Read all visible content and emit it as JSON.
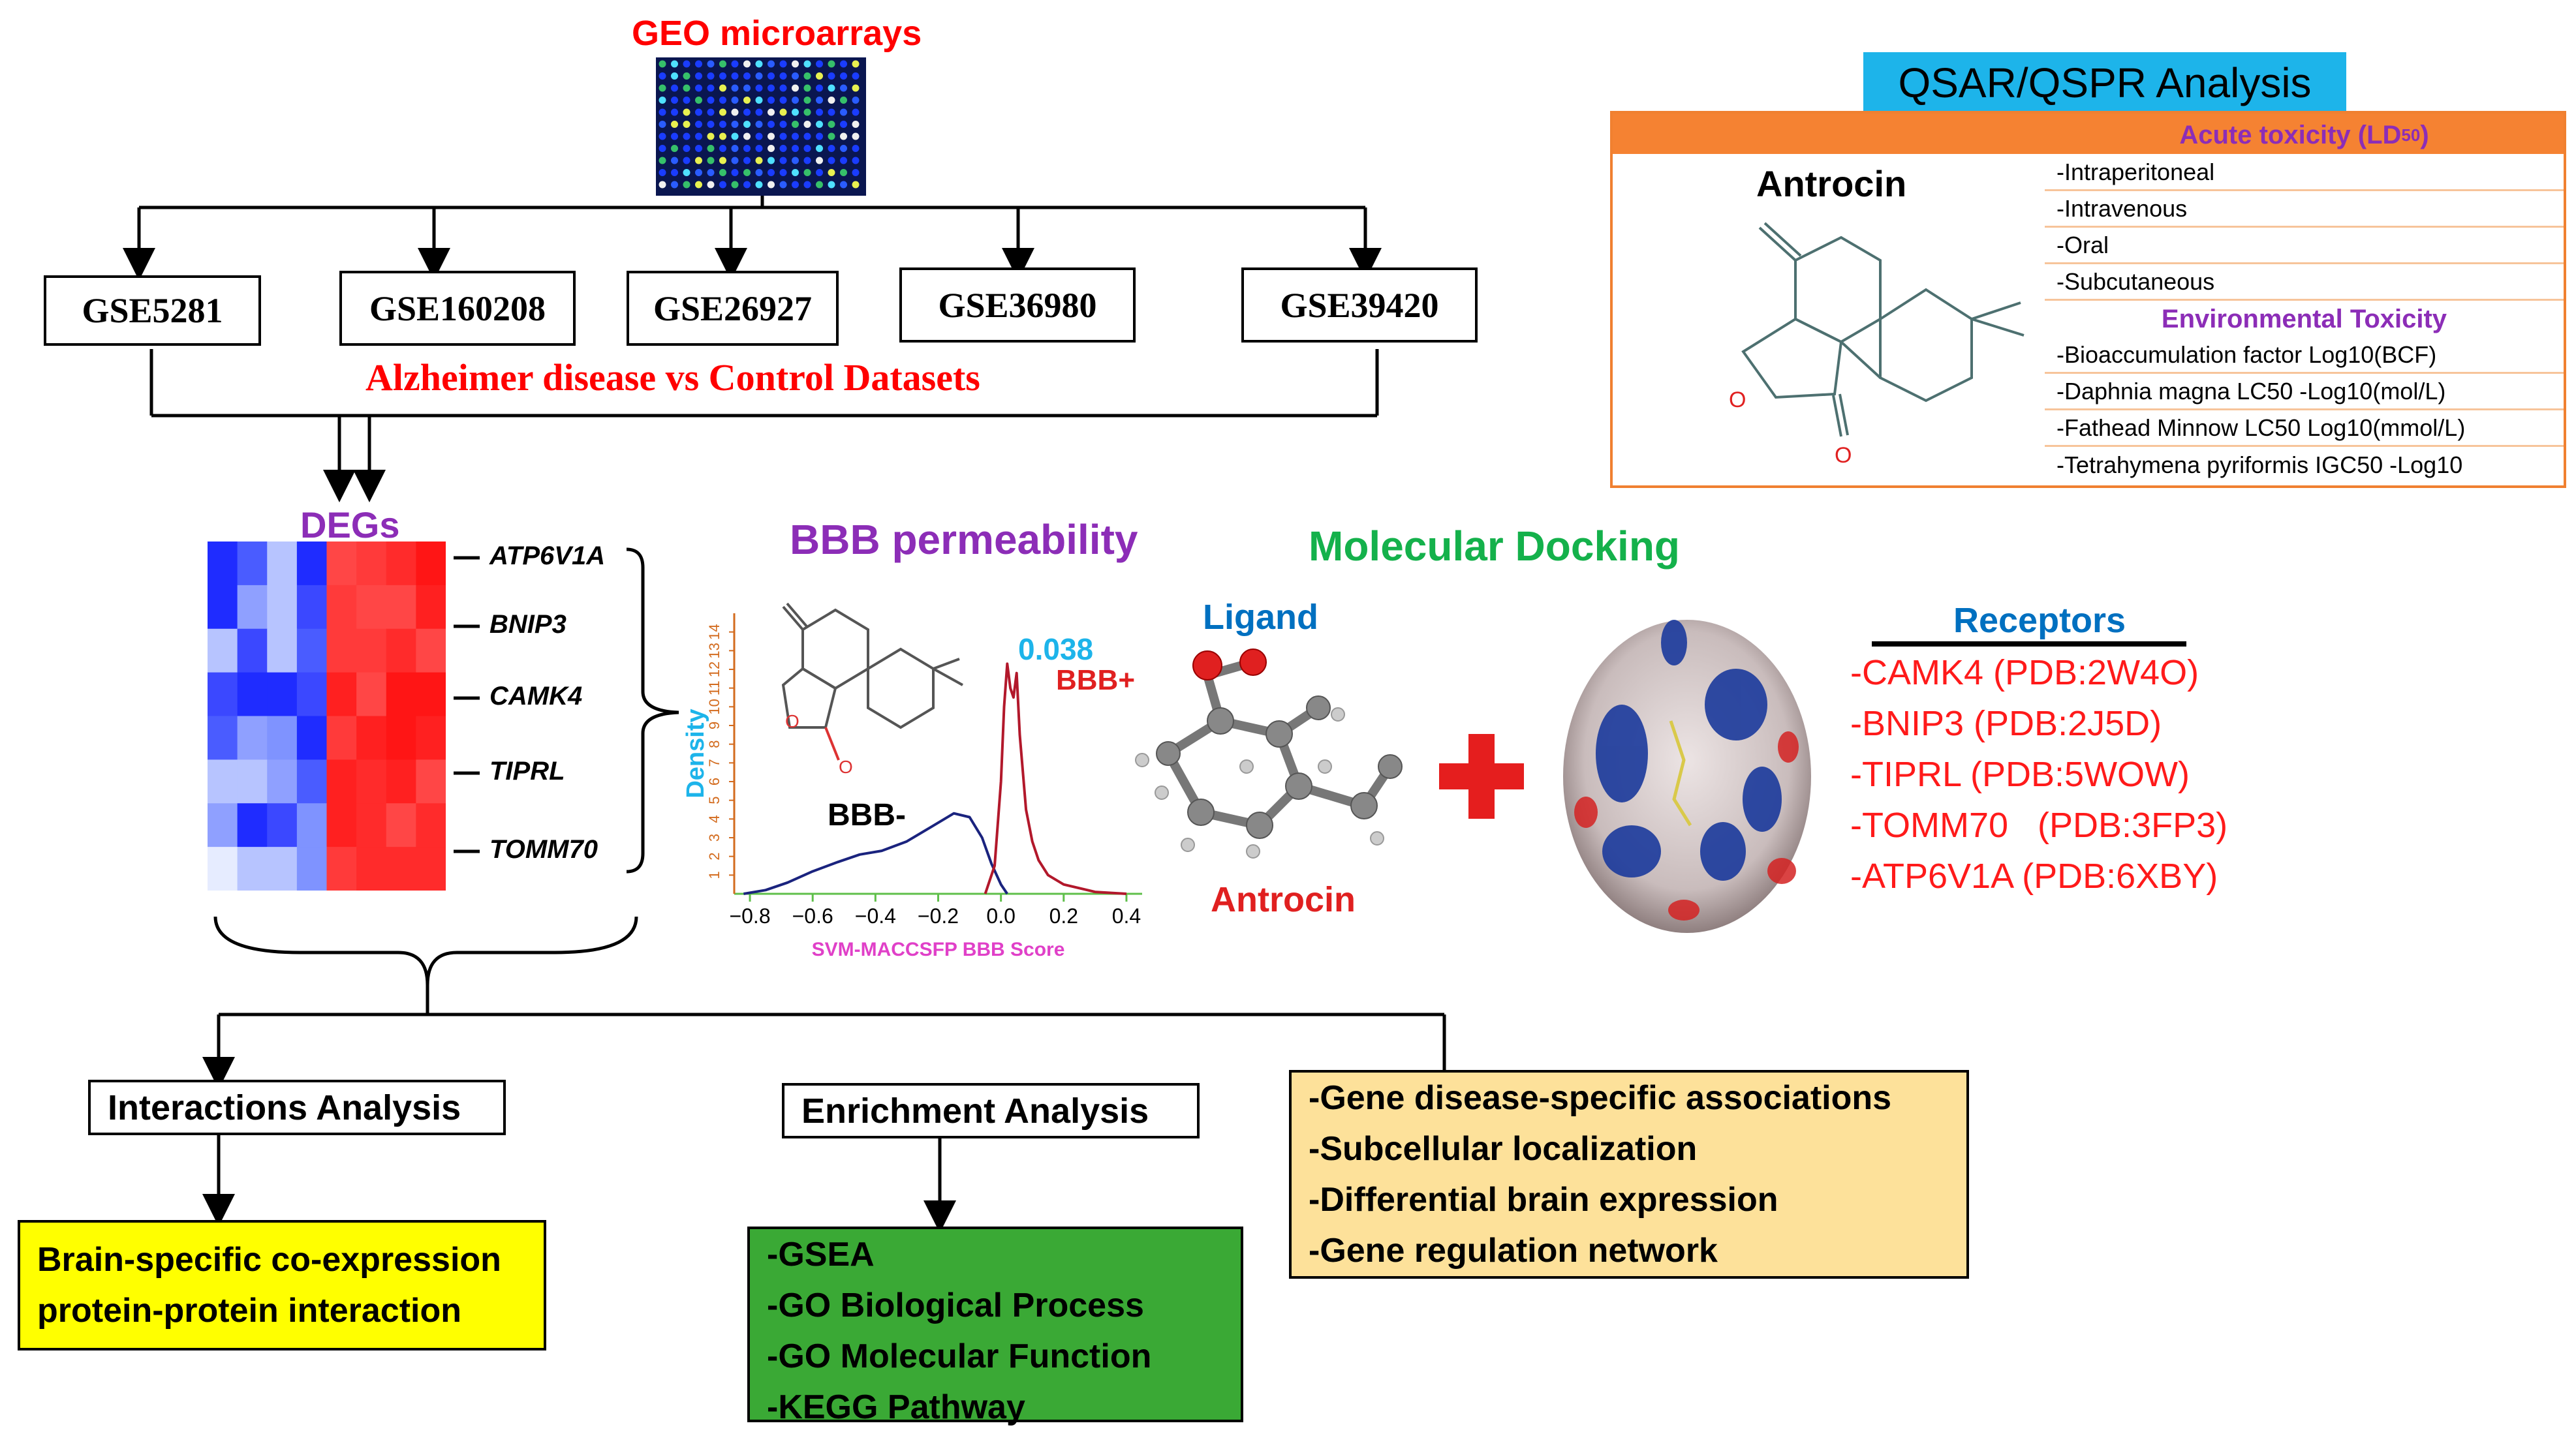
{
  "header": {
    "geo_title": "GEO microarrays"
  },
  "datasets": {
    "items": [
      "GSE5281",
      "GSE160208",
      "GSE26927",
      "GSE36980",
      "GSE39420"
    ],
    "caption": "Alzheimer disease vs Control Datasets"
  },
  "degs": {
    "title": "DEGs",
    "genes": [
      "ATP6V1A",
      "BNIP3",
      "CAMK4",
      "TIPRL",
      "TOMM70"
    ]
  },
  "bbb": {
    "title": "BBB permeability",
    "value_label": "0.038",
    "positive_label": "BBB+",
    "negative_label": "BBB-",
    "chart_data": {
      "type": "line",
      "title": "BBB permeability",
      "xlabel": "SVM-MACCSFP BBB Score",
      "ylabel": "Density",
      "xlim": [
        -0.85,
        0.45
      ],
      "ylim": [
        0,
        15
      ],
      "x_ticks": [
        -0.8,
        -0.6,
        -0.4,
        -0.2,
        0.0,
        0.2,
        0.4
      ],
      "x_tick_labels": [
        "−0.8",
        "−0.6",
        "−0.4",
        "−0.2",
        "0.0",
        "0.2",
        "0.4"
      ],
      "y_ticks": [
        1,
        2,
        3,
        4,
        5,
        6,
        7,
        8,
        9,
        10,
        11,
        12,
        13,
        14
      ],
      "grid": false,
      "series": [
        {
          "name": "BBB-",
          "color": "#1a237e",
          "x": [
            -0.82,
            -0.75,
            -0.68,
            -0.6,
            -0.52,
            -0.45,
            -0.38,
            -0.3,
            -0.22,
            -0.15,
            -0.1,
            -0.06,
            -0.03,
            0.0,
            0.02
          ],
          "y": [
            0.0,
            0.2,
            0.6,
            1.2,
            1.7,
            2.1,
            2.3,
            2.8,
            3.6,
            4.3,
            4.1,
            3.0,
            1.6,
            0.5,
            0.0
          ]
        },
        {
          "name": "BBB+",
          "color": "#b2182b",
          "x": [
            -0.05,
            -0.02,
            0.0,
            0.01,
            0.02,
            0.03,
            0.04,
            0.05,
            0.06,
            0.08,
            0.1,
            0.12,
            0.15,
            0.2,
            0.3,
            0.4
          ],
          "y": [
            0.0,
            1.5,
            6.0,
            10.0,
            12.3,
            11.0,
            10.5,
            11.8,
            8.5,
            4.5,
            2.8,
            1.8,
            1.0,
            0.5,
            0.1,
            0.0
          ]
        }
      ]
    }
  },
  "docking": {
    "title": "Molecular Docking",
    "ligand_label": "Ligand",
    "ligand_name": "Antrocin",
    "receptors_title": "Receptors",
    "receptors": [
      "-CAMK4 (PDB:2W4O)",
      "-BNIP3 (PDB:2J5D)",
      "-TIPRL (PDB:5WOW)",
      "-TOMM70   (PDB:3FP3)",
      "-ATP6V1A (PDB:6XBY)"
    ]
  },
  "qsar": {
    "title": "QSAR/QSPR Analysis",
    "compound": "Antrocin",
    "acute_header": "Acute toxicity (LD",
    "acute_subscript": "50",
    "acute_close": ")",
    "acute_items": [
      "-Intraperitoneal",
      "-Intravenous",
      "-Oral",
      "-Subcutaneous"
    ],
    "env_header": "Environmental Toxicity",
    "env_items": [
      "-Bioaccumulation factor Log10(BCF)",
      "-Daphnia magna LC50 -Log10(mol/L)",
      "-Fathead Minnow LC50 Log10(mmol/L)",
      "-Tetrahymena pyriformis IGC50 -Log10"
    ]
  },
  "analyses": {
    "interactions": {
      "title": "Interactions Analysis",
      "items": [
        "Brain-specific co-expression",
        "protein-protein interaction"
      ]
    },
    "enrichment": {
      "title": "Enrichment Analysis",
      "items": [
        "-GSEA",
        "-GO Biological Process",
        "-GO Molecular Function",
        "-KEGG Pathway"
      ]
    },
    "other": {
      "items": [
        "-Gene disease-specific associations",
        "-Subcellular localization",
        "-Differential brain expression",
        "-Gene regulation network"
      ]
    }
  },
  "colors": {
    "red": "#ff0000",
    "purple": "#8c2db7",
    "green": "#14b14b",
    "blue": "#0070c0",
    "cyan": "#1db4ea",
    "orange": "#f58232",
    "yellow_box": "#ffff00",
    "green_box": "#3aa935",
    "tan_box": "#fde19a"
  }
}
